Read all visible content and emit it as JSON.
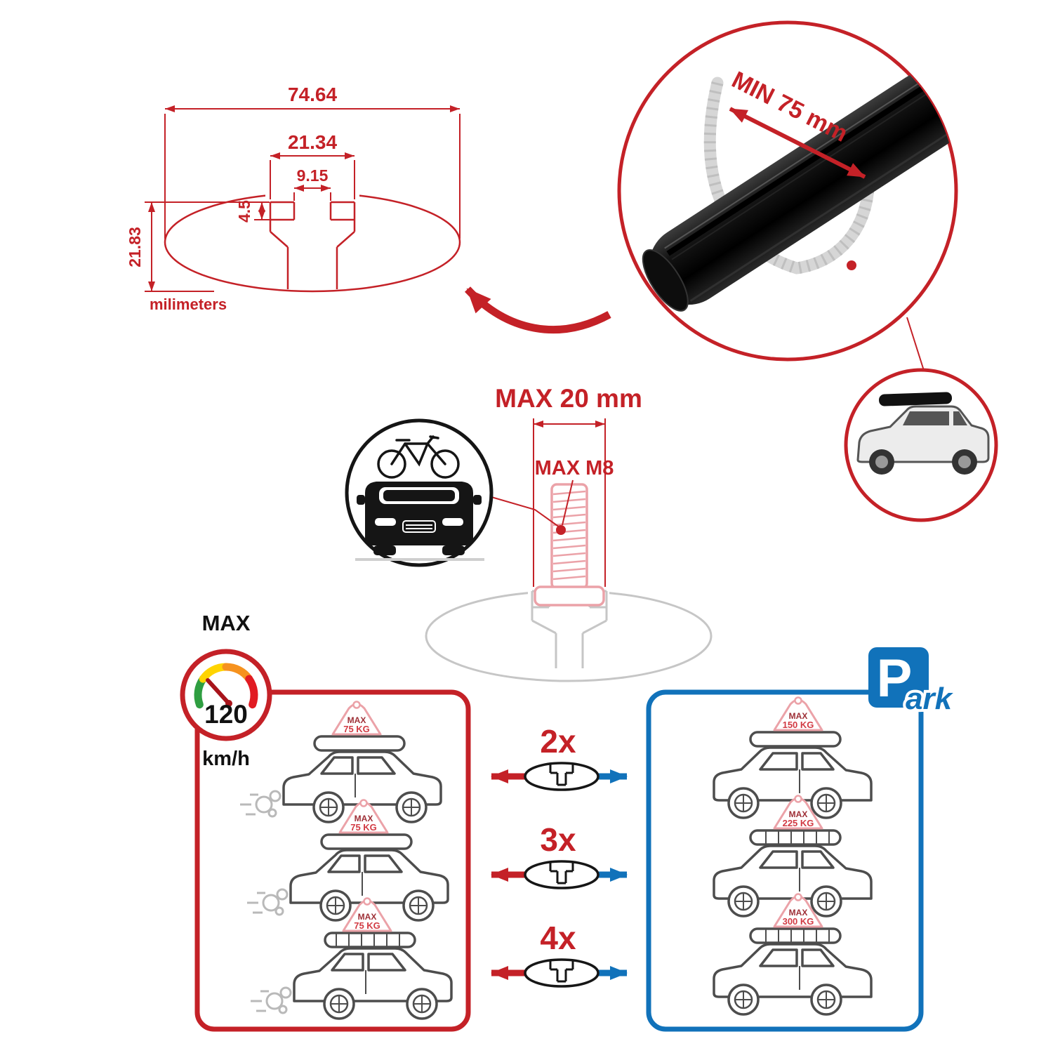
{
  "cross_section": {
    "total_width": "74.64",
    "channel_width": "21.34",
    "slot_width": "9.15",
    "lip_depth": "4.5",
    "total_height": "21.83",
    "units_label": "milimeters"
  },
  "bar_detail": {
    "min_span_label": "MIN 75 mm"
  },
  "bolt_detail": {
    "max_width_label": "MAX 20 mm",
    "max_thread_label": "MAX M8"
  },
  "speed_limit": {
    "label": "MAX",
    "value": "120",
    "unit": "km/h"
  },
  "park_sign": {
    "letter": "P",
    "suffix": "ark"
  },
  "bar_counts": [
    "2x",
    "3x",
    "4x"
  ],
  "driving_cars": [
    {
      "label": "MAX",
      "weight": "75 KG"
    },
    {
      "label": "MAX",
      "weight": "75 KG"
    },
    {
      "label": "MAX",
      "weight": "75 KG"
    }
  ],
  "parked_cars": [
    {
      "label": "MAX",
      "weight": "150 KG"
    },
    {
      "label": "MAX",
      "weight": "225 KG"
    },
    {
      "label": "MAX",
      "weight": "300 KG"
    }
  ],
  "colors": {
    "red": "#c42127",
    "blue": "#1172ba",
    "black": "#111111",
    "gray": "#c6c6c6",
    "pink": "#eba2a8"
  },
  "icons": {
    "speedometer-icon": "circular speed gauge",
    "park-sign-icon": "blue parking square",
    "bike-on-car-icon": "car front with bicycle on roof",
    "suv-roofbox-icon": "SUV with roof cargo box",
    "crossbar-section-icon": "oval crossbar cross-section",
    "crossbar-3d-icon": "black aluminium crossbar",
    "t-bolt-icon": "threaded T-slot bolt"
  }
}
